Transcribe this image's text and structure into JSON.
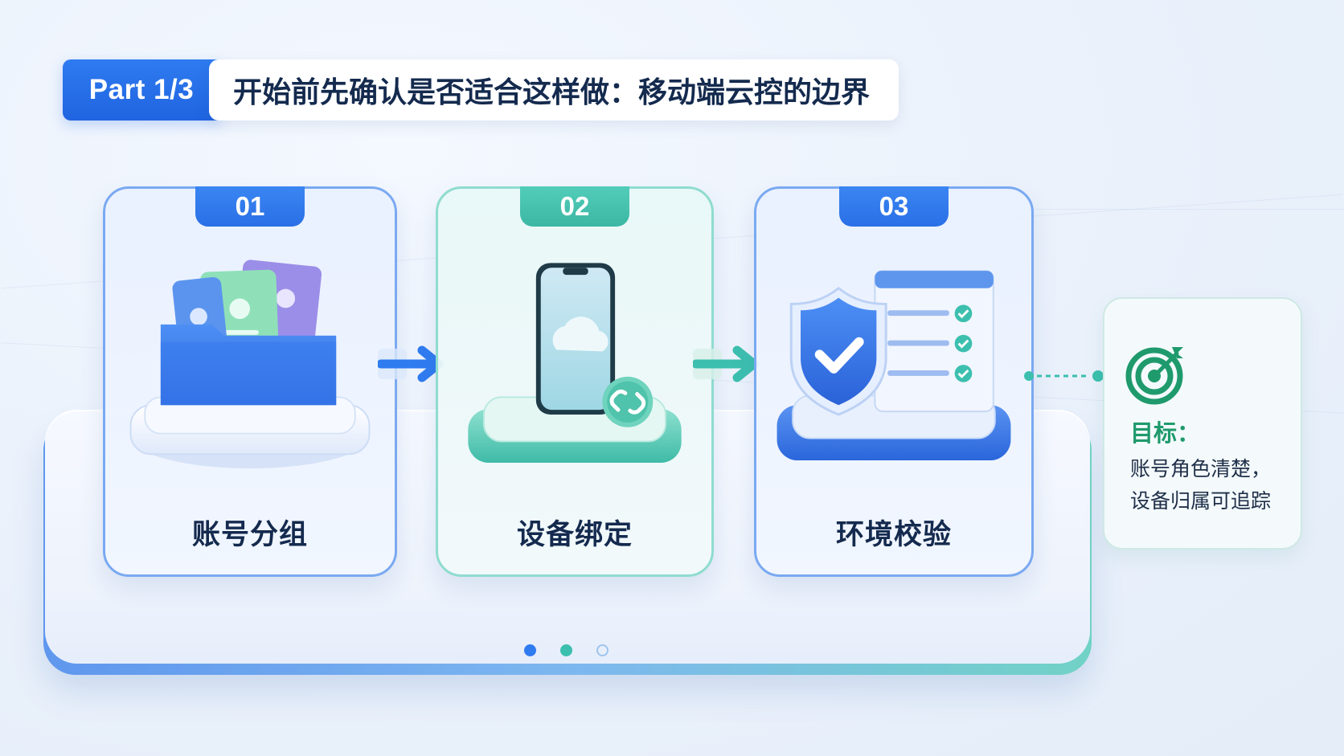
{
  "header": {
    "part": "Part 1/3",
    "title": "开始前先确认是否适合这样做：移动端云控的边界"
  },
  "steps": [
    {
      "number": "01",
      "label": "账号分组",
      "theme": "blue",
      "icon": "account-folder-icon"
    },
    {
      "number": "02",
      "label": "设备绑定",
      "theme": "teal",
      "icon": "phone-cloud-link-icon"
    },
    {
      "number": "03",
      "label": "环境校验",
      "theme": "blue",
      "icon": "shield-checklist-icon"
    }
  ],
  "goal": {
    "title": "目标：",
    "lines": [
      "账号角色清楚，",
      "设备归属可追踪"
    ],
    "icon": "target-icon"
  },
  "pagination": {
    "total": 3,
    "active": 1
  },
  "colors": {
    "blue": "#2f7bf0",
    "teal": "#3cbfae",
    "green": "#1f9a6c",
    "dark_text": "#142a4e"
  }
}
